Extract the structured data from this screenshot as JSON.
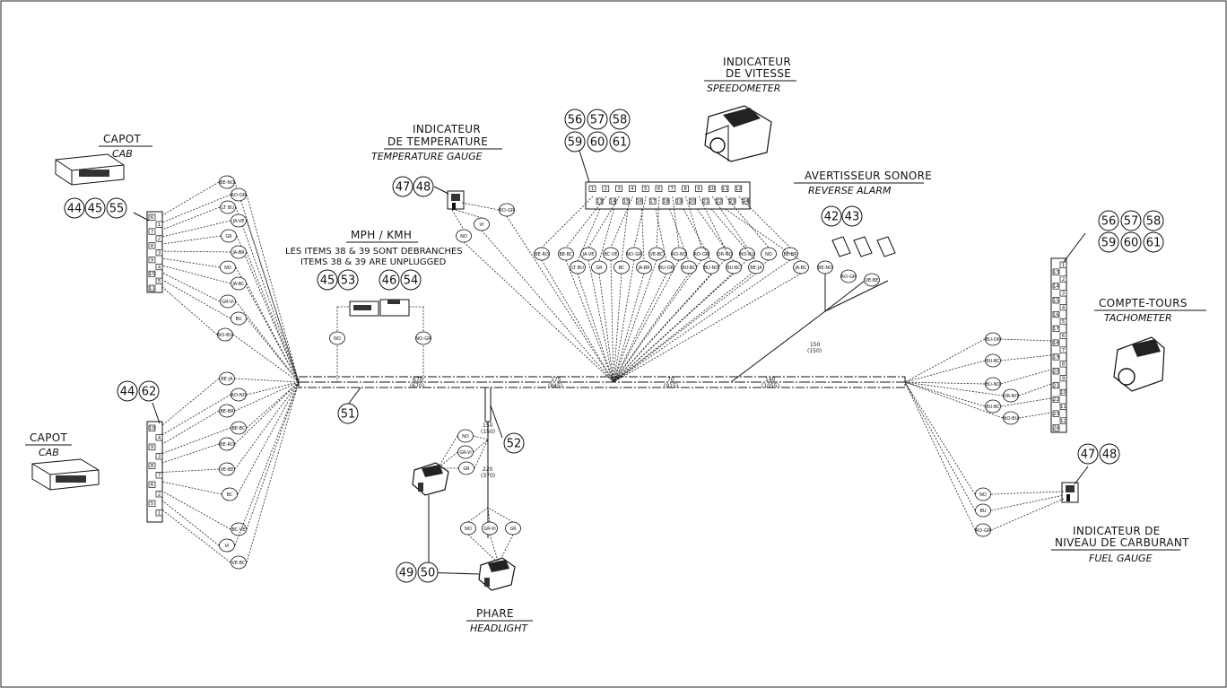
{
  "labels": {
    "cab_top_fr": "CAPOT",
    "cab_top_en": "CAB",
    "cab_bot_fr": "CAPOT",
    "cab_bot_en": "CAB",
    "temp_fr1": "INDICATEUR",
    "temp_fr2": "DE TEMPERATURE",
    "temp_en": "TEMPERATURE GAUGE",
    "speed_fr1": "INDICATEUR",
    "speed_fr2": "DE VITESSE",
    "speed_en": "SPEEDOMETER",
    "alarm_fr": "AVERTISSEUR SONORE",
    "alarm_en": "REVERSE ALARM",
    "tach_fr": "COMPTE-TOURS",
    "tach_en": "TACHOMETER",
    "fuel_fr1": "INDICATEUR DE",
    "fuel_fr2": "NIVEAU DE CARBURANT",
    "fuel_en": "FUEL GAUGE",
    "head_fr": "PHARE",
    "head_en": "HEADLIGHT",
    "mph_title": "MPH / KMH",
    "mph_note1": "LES ITEMS 38 & 39 SONT DEBRANCHES",
    "mph_note2": "ITEMS 38 & 39 ARE UNPLUGGED"
  },
  "callouts": {
    "c44a": "44",
    "c45a": "45",
    "c55": "55",
    "c44b": "44",
    "c62": "62",
    "c47a": "47",
    "c48a": "48",
    "c45b": "45",
    "c53": "53",
    "c46": "46",
    "c54": "54",
    "c51": "51",
    "c52": "52",
    "c49": "49",
    "c50": "50",
    "c42": "42",
    "c43": "43",
    "c56a": "56",
    "c57a": "57",
    "c58a": "58",
    "c59a": "59",
    "c60a": "60",
    "c61a": "61",
    "c56b": "56",
    "c57b": "57",
    "c58b": "58",
    "c59b": "59",
    "c60b": "60",
    "c61b": "61",
    "c47b": "47",
    "c48b": "48"
  },
  "dimensions": {
    "d1a": "670",
    "d1b": "(670)",
    "d2a": "175",
    "d2b": "(845)",
    "d3a": "70",
    "d3b": "(915)",
    "d4a": "140",
    "d4b": "(1055)",
    "d5a": "150",
    "d5b": "(150)",
    "d6a": "150",
    "d6b": "(150)",
    "d7a": "220",
    "d7b": "(370)"
  },
  "wires": {
    "cab_top": [
      "BE-NO",
      "RO-GR",
      "LT BU",
      "JA-VE",
      "GR",
      "JA-BR",
      "NO",
      "JA-BC",
      "GR-VI",
      "BU",
      "NO-BU"
    ],
    "cab_bot": [
      "BE-JA",
      "RO-NO",
      "BE-BR",
      "BE-BC",
      "BE-RO",
      "VE-BE",
      "BC",
      "BC-VE",
      "VI",
      "VE-BC"
    ],
    "temp": [
      "NO",
      "VI",
      "RO-GR"
    ],
    "mph": [
      "NO",
      "NO-GR"
    ],
    "speed_top": [
      "BE-RO",
      "BE-BC",
      "JA-VE",
      "BC-VE",
      "NO-GR",
      "VE-BC",
      "RO-NO",
      "RO-GR",
      "OR-NO",
      "NO-BU",
      "NO",
      "BE-BR"
    ],
    "speed_bot": [
      "LT BU",
      "GR",
      "BC",
      "JA-BR",
      "BU-OR",
      "BU-BC",
      "BU-NO",
      "BU-BC",
      "BE-JA",
      "JA-BC"
    ],
    "alarm": [
      "BE-NO",
      "RO-GR",
      "VE-BE"
    ],
    "tach": [
      "BU-OR",
      "BU-BC",
      "BU-NO",
      "OR-NO",
      "BU-BC",
      "NO-BU"
    ],
    "fuel": [
      "NO",
      "BU",
      "RO-GR"
    ],
    "head_top": [
      "NO",
      "GR-VI",
      "GR"
    ],
    "head_bot": [
      "NO",
      "GR-VI",
      "GR"
    ]
  },
  "pins": {
    "cab_top": [
      "6",
      "1",
      "7",
      "2",
      "8",
      "3",
      "9",
      "4",
      "10",
      "5",
      "11"
    ],
    "cab_bot": [
      "10",
      "4",
      "9",
      "3",
      "8",
      "7",
      "6",
      "2",
      "5",
      "1"
    ],
    "speed_top": [
      "1",
      "2",
      "3",
      "4",
      "5",
      "6",
      "7",
      "8",
      "9",
      "10",
      "11",
      "12"
    ],
    "speed_bot": [
      "13",
      "14",
      "15",
      "16",
      "17",
      "18",
      "19",
      "20",
      "21",
      "22",
      "23",
      "24"
    ],
    "tach": [
      "1",
      "13",
      "2",
      "14",
      "3",
      "15",
      "4",
      "16",
      "5",
      "17",
      "6",
      "18",
      "7",
      "19",
      "8",
      "20",
      "9",
      "21",
      "10",
      "22",
      "11",
      "23",
      "12",
      "24"
    ]
  }
}
